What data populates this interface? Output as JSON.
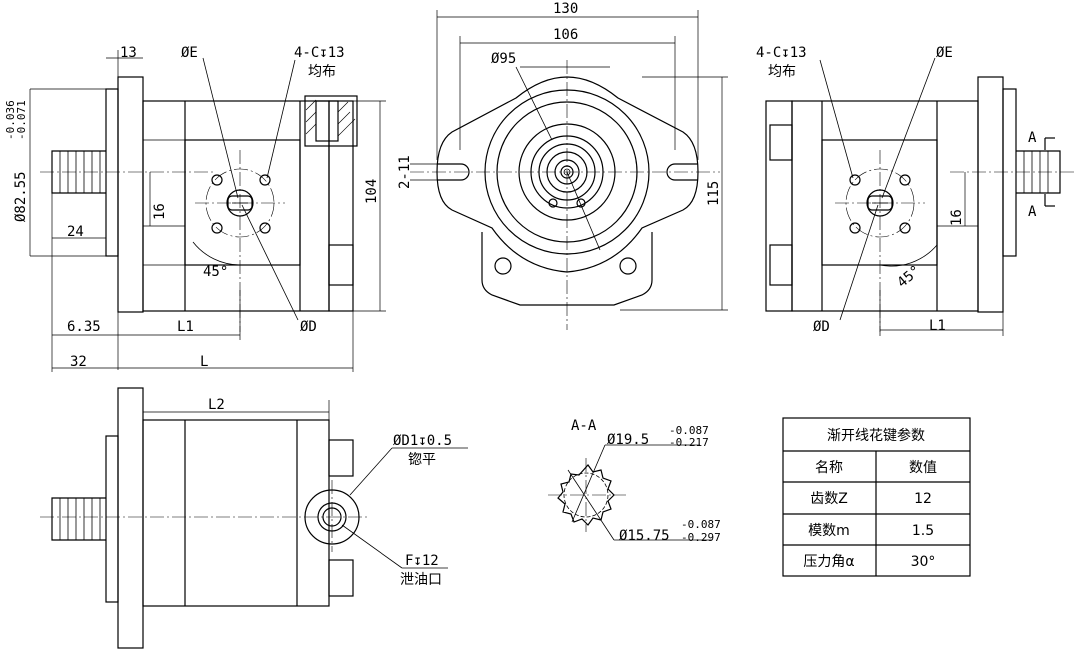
{
  "dims": {
    "d13": "13",
    "d130": "130",
    "d106": "106",
    "d95": "Ø95",
    "dE": "ØE",
    "dD": "ØD",
    "holes": "4-C↧13",
    "uniform": "均布",
    "d8255": "Ø82.55",
    "tol_upper": "-0.036",
    "tol_lower": "-0.071",
    "d24": "24",
    "d16": "16",
    "d45": "45°",
    "d104": "104",
    "d115": "115",
    "d211": "2-11",
    "d635": "6.35",
    "L1": "L1",
    "d32": "32",
    "L": "L",
    "L2": "L2",
    "D1": "ØD1↧0.5",
    "spotface": "锪平",
    "F12": "F↧12",
    "drain": "泄油口",
    "sectionA": "A",
    "sectionAA": "A-A",
    "d195": "Ø19.5",
    "t195_up": "-0.087",
    "t195_lo": "-0.217",
    "d1575": "Ø15.75",
    "t1575_up": "-0.087",
    "t1575_lo": "-0.297"
  },
  "table": {
    "title": "渐开线花键参数",
    "headers": [
      "名称",
      "数值"
    ],
    "rows": [
      [
        "齿数Z",
        "12"
      ],
      [
        "模数m",
        "1.5"
      ],
      [
        "压力角α",
        "30°"
      ]
    ]
  }
}
